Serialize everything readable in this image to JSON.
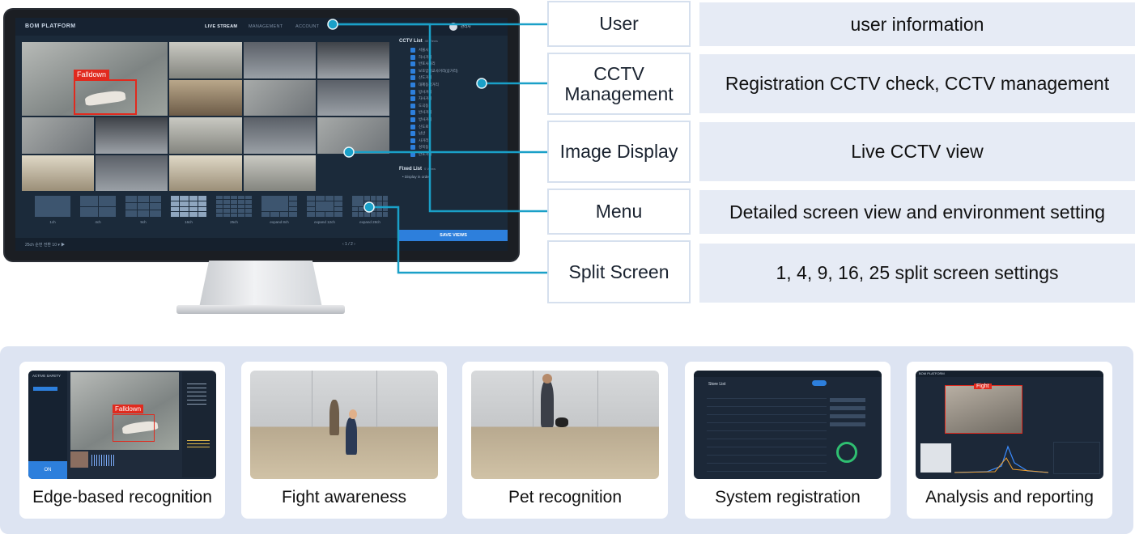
{
  "monitor": {
    "brand": "BOM PLATFORM",
    "nav": [
      "LIVE STREAM",
      "MANAGEMENT",
      "ACCOUNT"
    ],
    "user_name": "관리자",
    "falldown_label": "Falldown",
    "cctv_list_title": "CCTV List",
    "cctv_list_count": "40 Views",
    "cctv_items": [
      "서울시",
      "하시거리",
      "반포사거리",
      "보호암학교사거리(삼거리)",
      "산도거리",
      "대제동삼거리",
      "방사거리",
      "자사거리",
      "도곡동",
      "반사거리",
      "방사거리",
      "신도로",
      "남산",
      "사거리",
      "성북동",
      "반포거리"
    ],
    "fixed_list_title": "Fixed List",
    "fixed_list_count": "0 Views",
    "fixed_item": "• Display in order",
    "split_labels": [
      "1ch",
      "4ch",
      "9ch",
      "16ch",
      "25ch",
      "expand 8ch",
      "expand 12ch",
      "expand 28ch"
    ],
    "footer_left": "25ch   순번 전환  10 ▾   ▶",
    "pager": "‹   1 / 2   ›",
    "save_button": "SAVE VIEWS"
  },
  "rows": [
    {
      "label": "User",
      "description": "user information"
    },
    {
      "label": "CCTV Management",
      "description": "Registration CCTV check, CCTV management"
    },
    {
      "label": "Image Display",
      "description": "Live CCTV view"
    },
    {
      "label": "Menu",
      "description": "Detailed screen view and environment setting"
    },
    {
      "label": "Split Screen",
      "description": "1, 4, 9, 16, 25 split screen settings"
    }
  ],
  "features": [
    {
      "label": "Edge-based recognition",
      "inner": {
        "title": "ACTIVE SAFETY",
        "tag": "Falldown",
        "button": "ON"
      }
    },
    {
      "label": "Fight awareness"
    },
    {
      "label": "Pet recognition"
    },
    {
      "label": "System registration",
      "inner": {
        "title": "Store List"
      }
    },
    {
      "label": "Analysis and reporting",
      "inner": {
        "title": "BOM PLATFORM",
        "tag": "Fight"
      }
    }
  ],
  "colors": {
    "connector": "#1aa0c8",
    "label_border": "#d6e0ee",
    "desc_bg": "#e6ebf5",
    "panel_bg": "#dde4f2",
    "alert_red": "#e12a1e",
    "accent_blue": "#2d7fdc"
  }
}
